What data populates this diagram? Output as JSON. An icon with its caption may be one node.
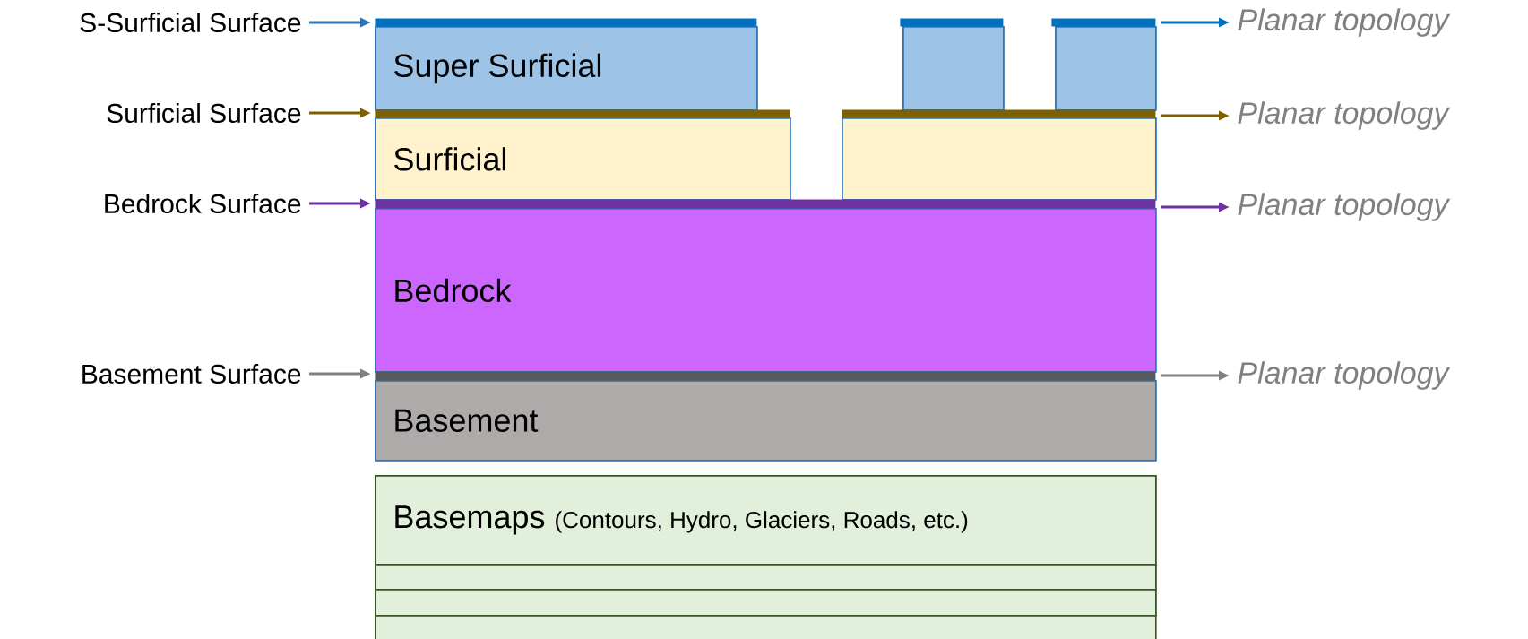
{
  "diagram": {
    "nodes": [
      {
        "text": [
          "S-Surficial Surface"
        ]
      },
      {
        "text": [],
        "shape": "bar"
      },
      {
        "text": [],
        "shape": "bar"
      },
      {
        "text": [],
        "shape": "bar"
      },
      {
        "text": [
          "Planar topology"
        ]
      },
      {
        "text": [
          "Super Surficial"
        ]
      },
      {
        "text": [],
        "shape": "box"
      },
      {
        "text": [],
        "shape": "box"
      },
      {
        "text": [
          "Surficial Surface"
        ]
      },
      {
        "text": [],
        "shape": "bar"
      },
      {
        "text": [],
        "shape": "bar"
      },
      {
        "text": [
          "Planar topology"
        ]
      },
      {
        "text": [
          "Surficial"
        ]
      },
      {
        "text": [],
        "shape": "box"
      },
      {
        "text": [
          "Bedrock Surface"
        ]
      },
      {
        "text": [],
        "shape": "bar"
      },
      {
        "text": [
          "Planar topology"
        ]
      },
      {
        "text": [
          "Bedrock"
        ]
      },
      {
        "text": [
          "Basement Surface"
        ]
      },
      {
        "text": [],
        "shape": "bar"
      },
      {
        "text": [
          "Planar topology"
        ]
      },
      {
        "text": [
          "Basement"
        ]
      },
      {
        "text": [
          "Basemaps",
          "(Contours, Hydro, Glaciers, Roads, etc.)"
        ]
      },
      {
        "text": [],
        "shape": "box"
      },
      {
        "text": [],
        "shape": "box"
      },
      {
        "text": [],
        "shape": "box"
      }
    ],
    "edges": [
      {
        "from": 0,
        "to": 1,
        "arrow": "to",
        "color": "#2e75b6"
      },
      {
        "from": 3,
        "to": 4,
        "arrow": "to",
        "color": "#0070c0"
      },
      {
        "from": 8,
        "to": 9,
        "arrow": "to",
        "color": "#7f6000"
      },
      {
        "from": 10,
        "to": 11,
        "arrow": "to",
        "color": "#7f6000"
      },
      {
        "from": 14,
        "to": 15,
        "arrow": "to",
        "color": "#7030a0"
      },
      {
        "from": 15,
        "to": 16,
        "arrow": "to",
        "color": "#7030a0"
      },
      {
        "from": 18,
        "to": 19,
        "arrow": "to",
        "color": "#808080"
      },
      {
        "from": 19,
        "to": 20,
        "arrow": "to",
        "color": "#808080"
      }
    ]
  }
}
